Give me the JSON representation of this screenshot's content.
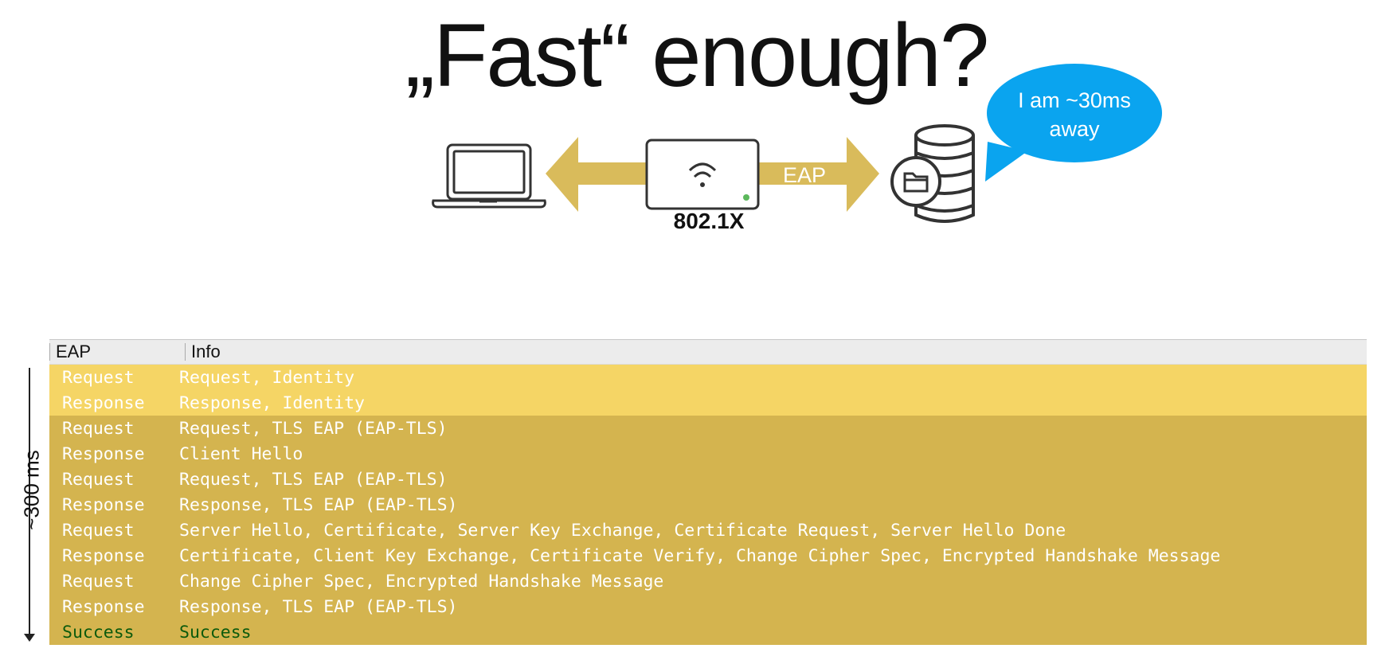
{
  "slide": {
    "title": "„Fast“ enough?"
  },
  "diagram": {
    "bubble_text_line1": "I am ~30ms",
    "bubble_text_line2": "away",
    "ap_label": "802.1X",
    "eap_label": "EAP",
    "arrow_color": "#d9bb5b",
    "bubble_color": "#0aa4ef"
  },
  "timeline": {
    "label": "~300 ms"
  },
  "table": {
    "columns": [
      "EAP",
      "Info"
    ],
    "rows": [
      {
        "eap": "Request",
        "info": "Request, Identity",
        "style": "light"
      },
      {
        "eap": "Response",
        "info": "Response, Identity",
        "style": "light"
      },
      {
        "eap": "Request",
        "info": "Request, TLS EAP (EAP-TLS)",
        "style": "dark"
      },
      {
        "eap": "Response",
        "info": "Client Hello",
        "style": "dark"
      },
      {
        "eap": "Request",
        "info": "Request, TLS EAP (EAP-TLS)",
        "style": "dark"
      },
      {
        "eap": "Response",
        "info": "Response, TLS EAP (EAP-TLS)",
        "style": "dark"
      },
      {
        "eap": "Request",
        "info": "Server Hello, Certificate, Server Key Exchange, Certificate Request, Server Hello Done",
        "style": "dark"
      },
      {
        "eap": "Response",
        "info": "Certificate, Client Key Exchange, Certificate Verify, Change Cipher Spec, Encrypted Handshake Message",
        "style": "dark"
      },
      {
        "eap": "Request",
        "info": "Change Cipher Spec, Encrypted Handshake Message",
        "style": "dark"
      },
      {
        "eap": "Response",
        "info": "Response, TLS EAP (EAP-TLS)",
        "style": "dark"
      },
      {
        "eap": "Success",
        "info": "Success",
        "style": "dark success"
      }
    ]
  }
}
